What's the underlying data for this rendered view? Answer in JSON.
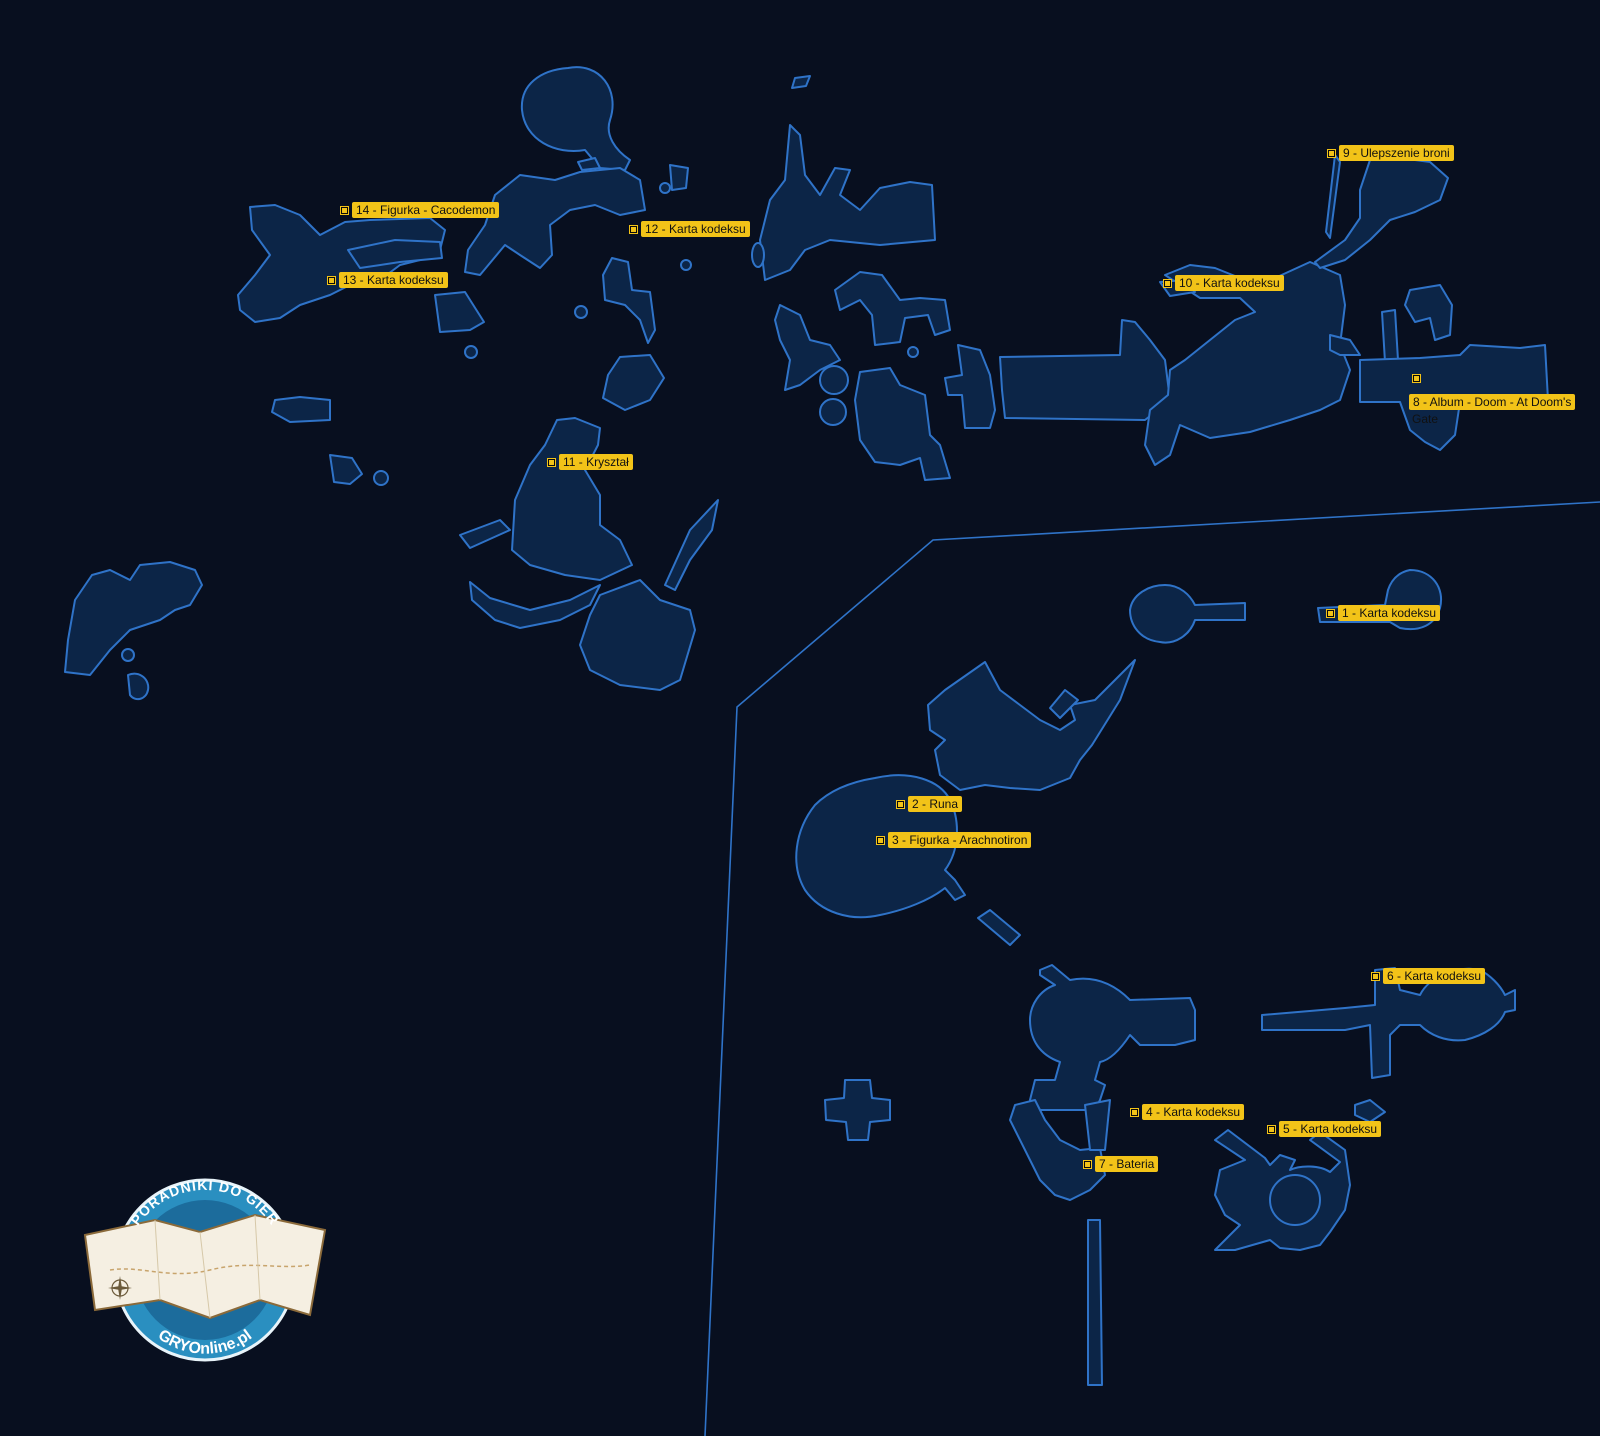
{
  "map": {
    "markers": [
      {
        "id": "1",
        "label": "1 - Karta kodeksu"
      },
      {
        "id": "2",
        "label": "2 - Runa"
      },
      {
        "id": "3",
        "label": "3 - Figurka - Arachnotiron"
      },
      {
        "id": "4",
        "label": "4 - Karta kodeksu"
      },
      {
        "id": "5",
        "label": "5 - Karta kodeksu"
      },
      {
        "id": "6",
        "label": "6 - Karta kodeksu"
      },
      {
        "id": "7",
        "label": "7 - Bateria"
      },
      {
        "id": "8",
        "label": "8 - Album - Doom - At Doom's"
      },
      {
        "id": "9",
        "label": "9 - Ulepszenie broni"
      },
      {
        "id": "10",
        "label": "10 - Karta kodeksu"
      },
      {
        "id": "11",
        "label": "11 - Kryształ"
      },
      {
        "id": "12",
        "label": "12 - Karta kodeksu"
      },
      {
        "id": "13",
        "label": "13 - Karta kodeksu"
      },
      {
        "id": "14",
        "label": "14 - Figurka - Cacodemon"
      }
    ],
    "marker8_overflow": "Gate",
    "colors": {
      "background": "#080f1f",
      "area_fill": "#0c2547",
      "area_stroke": "#2f73c8",
      "marker": "#f2c318"
    }
  },
  "logo": {
    "top_text": "PORADNIKI DO GIER",
    "bottom_text": "GRYOnline.pl",
    "icon": "compass-map-icon"
  }
}
